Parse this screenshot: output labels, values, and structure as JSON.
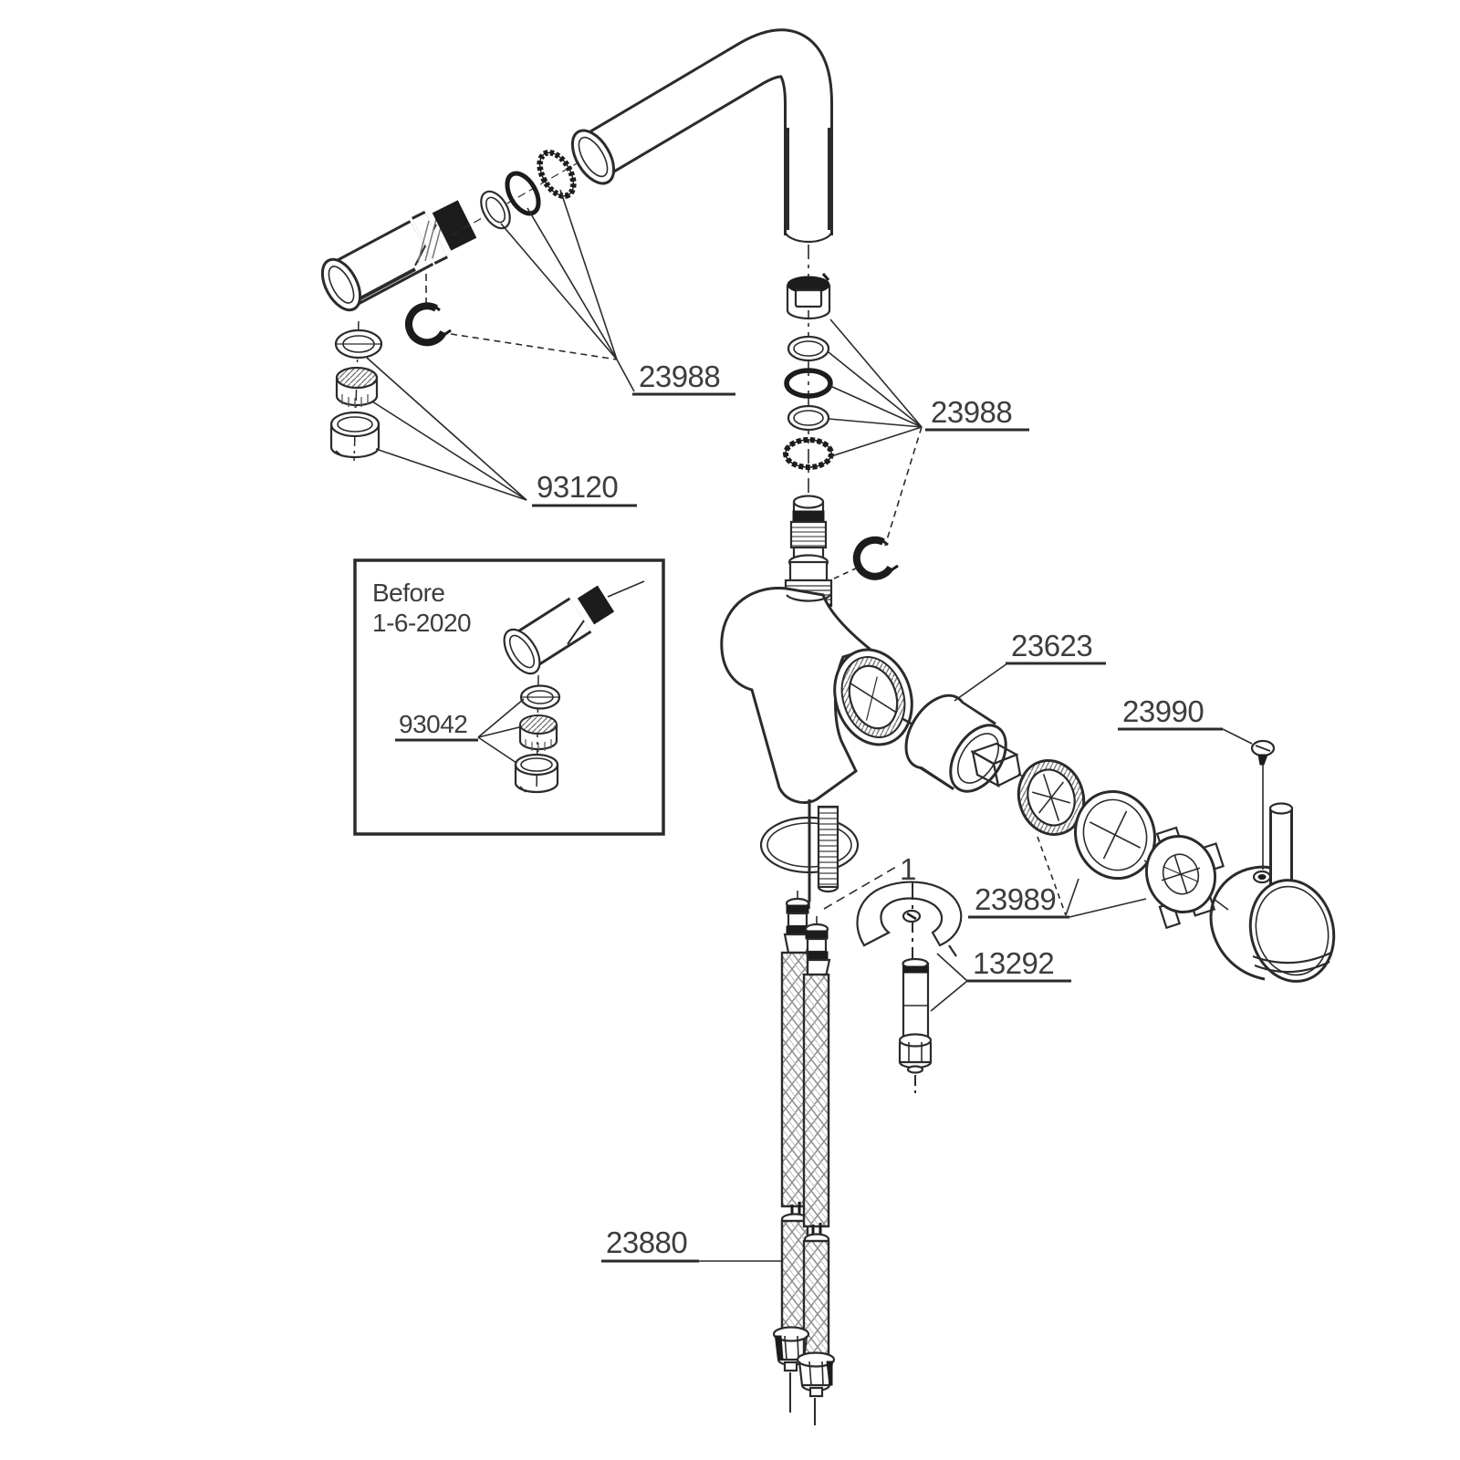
{
  "diagram": {
    "kind": "exploded-parts-diagram",
    "colors": {
      "line": "#2b2b2b",
      "dark_fill": "#1c1c1c",
      "text": "#3d3d3d",
      "background": "#ffffff"
    },
    "labels": {
      "seal_kit_left": "23988",
      "seal_kit_right": "23988",
      "aerator_main": "93120",
      "aerator_old": "93042",
      "note_before": "Before",
      "note_date": "1-6-2020",
      "cartridge": "23623",
      "handle_screw": "23990",
      "trim_set": "23989",
      "mounting_set": "13292",
      "supply_hose": "23880",
      "marker_one": "1"
    }
  }
}
